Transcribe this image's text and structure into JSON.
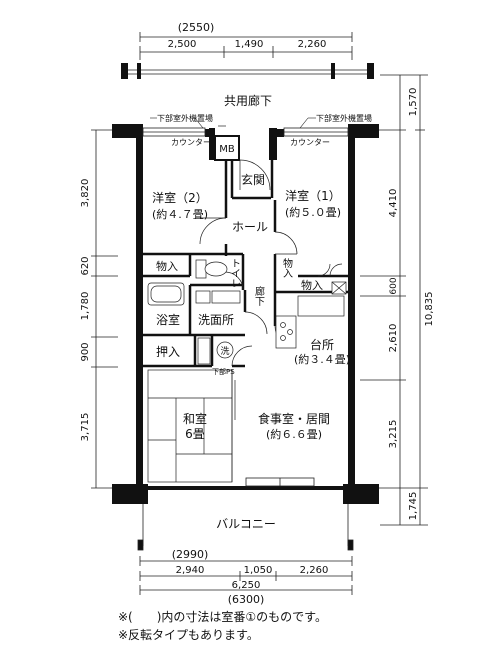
{
  "top_dims": {
    "paren": "(2550)",
    "d1": "2,500",
    "d2": "1,490",
    "d3": "2,260"
  },
  "bottom_dims": {
    "paren_a": "(2990)",
    "d1": "2,940",
    "d2": "1,050",
    "d3": "2,260",
    "total": "6,250",
    "paren_total": "(6300)"
  },
  "left_dims": [
    "3,820",
    "620",
    "1,780",
    "900",
    "3,715"
  ],
  "right_dims": {
    "d1": "1,570",
    "d2": "4,410",
    "d3": "600",
    "d4": "2,610",
    "d5": "3,215",
    "d6": "1,745",
    "total": "10,835"
  },
  "rooms": {
    "corridor": "共用廊下",
    "outdoor_unit_l": "下部室外機置場",
    "outdoor_unit_r": "下部室外機置場",
    "counter_l": "カウンター",
    "counter_r": "カウンター",
    "mb": "MB",
    "genkan": "玄関",
    "hall": "ホール",
    "western2": "洋室（2）",
    "western2_size": "(約４.７畳)",
    "western1": "洋室（1）",
    "western1_size": "(約５.０畳)",
    "storage_l": "物入",
    "storage_r": "物入",
    "storage_v": "物入",
    "toilet": "トイレ",
    "hallway": "廊下",
    "bath": "浴室",
    "washroom": "洗面所",
    "closet": "押入",
    "wash_mark": "洗",
    "lower_ps": "下部PS",
    "kitchen": "台所",
    "kitchen_size": "(約３.４畳)",
    "washitsu": "和室",
    "washitsu_size": "6畳",
    "living": "食事室・居間",
    "living_size": "(約６.６畳)",
    "balcony": "バルコニー"
  },
  "notes": {
    "line1": "※(　　)内の寸法は室番①のものです。",
    "line2": "※反転タイプもあります。"
  }
}
